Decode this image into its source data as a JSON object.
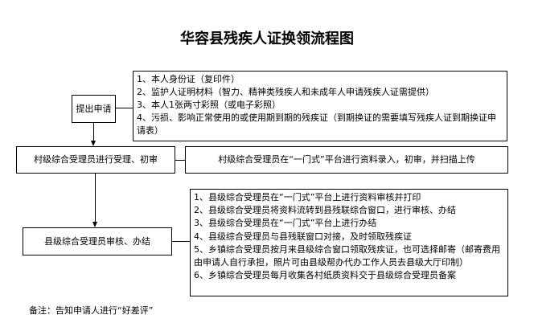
{
  "title": "华容县残疾人证换领流程图",
  "steps": {
    "apply": "提出申请",
    "village": "村级综合受理员进行受理、初审",
    "county": "县级综合受理员审核、办结"
  },
  "materials": [
    "1、本人身份证（复印件）",
    "2、监护人证明材料（智力、精神类残疾人和未成年人申请残疾人证需提供）",
    "3、本人1张两寸彩照（或电子彩照）",
    "4、污损、影响正常使用的或使用期到期的残疾证（到期换证的需要填写残疾人证到期换证申请表）"
  ],
  "village_detail": "村级综合受理员在“一门式”平台进行资料录入，初审，并扫描上传",
  "county_details": [
    "1、县级综合受理员在“一门式”平台上进行资料审核并打印",
    "2、县级综合受理员将资料流转到县残联综合窗口，进行审核、办结",
    "3、县级综合受理员在“一门式”平台上进行办结",
    "4、县级综合受理员与县残联窗口对接，及时领取残疾证",
    "5、乡镇综合受理员按月来县级综合窗口领取残疾证，也可选择邮寄（邮寄费用由申请人自行承担，照片可由县级帮办代办工作人员去县级大厅印制）",
    "6、乡镇综合受理员每月收集各村纸质资料交于县级综合受理员备案"
  ],
  "note": "备注：告知申请人进行“好差评”"
}
